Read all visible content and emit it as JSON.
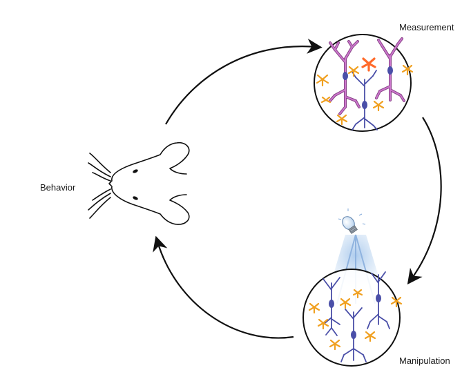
{
  "labels": {
    "measurement": "Measurement",
    "behavior": "Behavior",
    "manipulation": "Manipulation"
  },
  "colors": {
    "pyramidal_pink": "#cc77cc",
    "pyramidal_outline": "#884488",
    "neuron_blue": "#4a4fa8",
    "astrocyte_orange": "#f0a020",
    "active_orange": "#ff6a2a",
    "light_blue": "#9fc3ea",
    "arrow": "#111111"
  },
  "icons": [
    "mouse-icon",
    "light-bulb-icon",
    "neuron-icon",
    "astrocyte-icon"
  ]
}
